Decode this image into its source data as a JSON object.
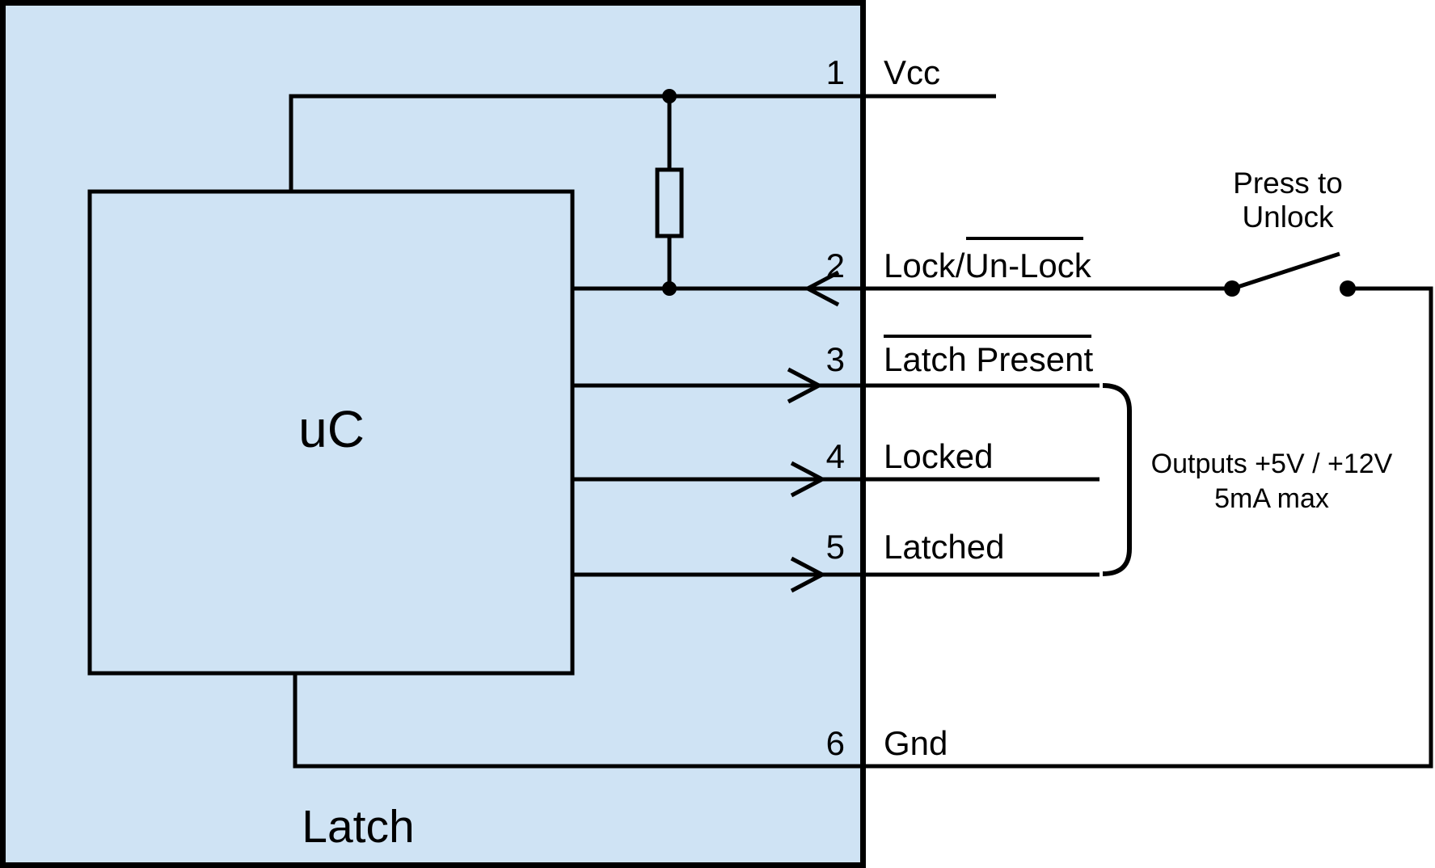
{
  "colors": {
    "canvas": "#ffffff",
    "box_fill": "#cfe3f4",
    "line": "#000000",
    "text": "#000000"
  },
  "latch_box": {
    "title": "Latch"
  },
  "chip": {
    "label": "uC"
  },
  "pins": [
    {
      "number": "1",
      "label": "Vcc",
      "overline": false,
      "direction": "none"
    },
    {
      "number": "2",
      "label": "Lock/Un-Lock",
      "overline": "partial",
      "overline_over": "Un-Lock",
      "direction": "input"
    },
    {
      "number": "3",
      "label": "Latch Present",
      "overline": true,
      "direction": "output"
    },
    {
      "number": "4",
      "label": "Locked",
      "overline": false,
      "direction": "output"
    },
    {
      "number": "5",
      "label": "Latched",
      "overline": false,
      "direction": "output"
    },
    {
      "number": "6",
      "label": "Gnd",
      "overline": false,
      "direction": "none"
    }
  ],
  "switch": {
    "label_line1": "Press to",
    "label_line2": "Unlock"
  },
  "outputs_note": {
    "line1": "Outputs +5V / +12V",
    "line2": "5mA max",
    "grouped_pins": [
      "3",
      "4",
      "5"
    ]
  }
}
